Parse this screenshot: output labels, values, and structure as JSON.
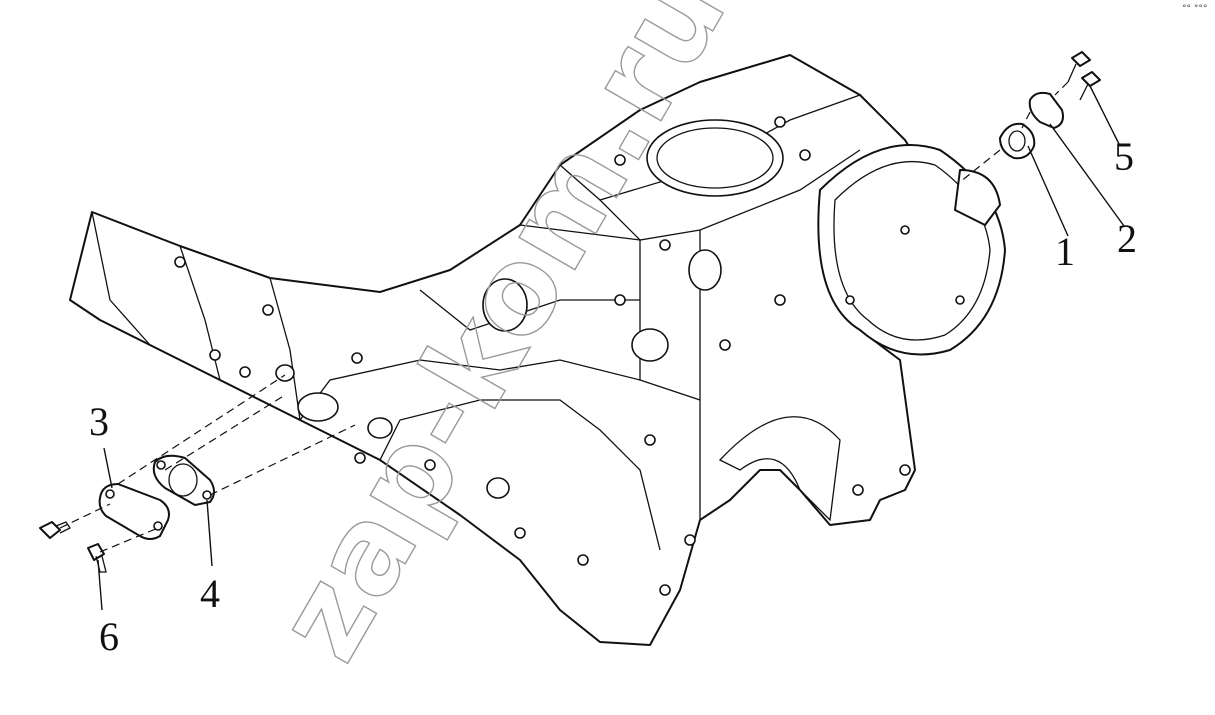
{
  "watermark": "zap-kom.ru",
  "corner_mark": "°° °°°",
  "callouts": [
    "1",
    "2",
    "3",
    "4",
    "5",
    "6"
  ]
}
